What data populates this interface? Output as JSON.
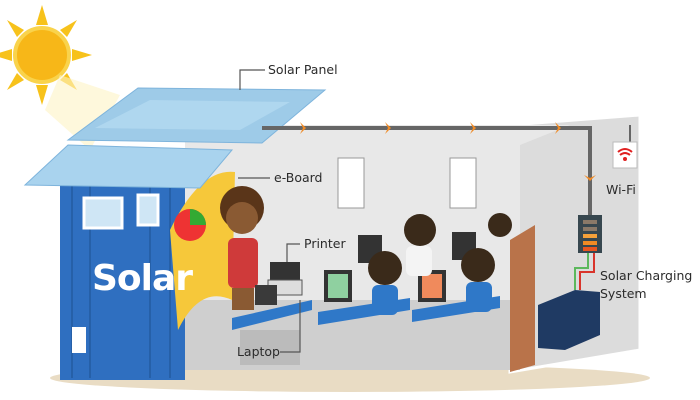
{
  "labels": {
    "solar_panel": "Solar Panel",
    "e_board": "e-Board",
    "printer": "Printer",
    "laptop": "Laptop",
    "wifi": "Wi-Fi",
    "charging_line1": "Solar Charging",
    "charging_line2": "System"
  },
  "logo": {
    "text": "Solar"
  },
  "colors": {
    "sun": "#f7c21b",
    "container": "#2f6fc0",
    "panel": "#9ecbe8",
    "wall": "#e6e6e6",
    "cable": "#666666",
    "arrow": "#f08a24",
    "wifi": "#e02020"
  }
}
